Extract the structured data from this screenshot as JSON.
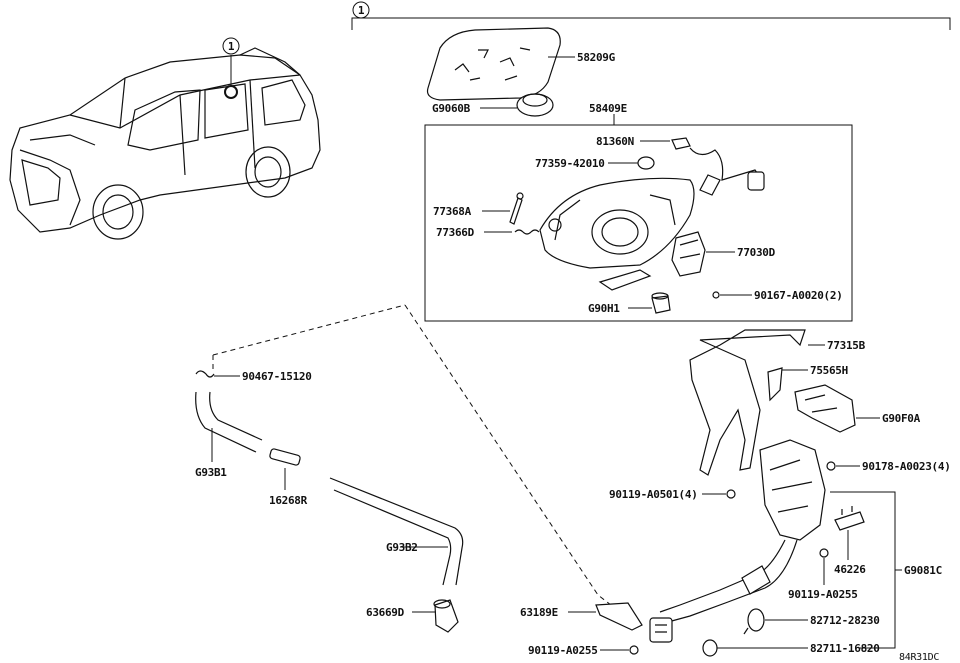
{
  "diagram": {
    "callout_number": "1",
    "diagram_code": "84R31DC",
    "labels": {
      "p58209G": "58209G",
      "pG9060B": "G9060B",
      "p58409E": "58409E",
      "p81360N": "81360N",
      "p77359": "77359-42010",
      "p77368A": "77368A",
      "p77366D": "77366D",
      "p77030D": "77030D",
      "p90167": "90167-A0020(2)",
      "pG90H1": "G90H1",
      "p77315B": "77315B",
      "p75565H": "75565H",
      "pG90F0A": "G90F0A",
      "p90178": "90178-A0023(4)",
      "p90119a": "90119-A0501(4)",
      "p46226": "46226",
      "pG9081C": "G9081C",
      "p90119b": "90119-A0255",
      "p82712": "82712-28230",
      "p82711": "82711-16820",
      "p63189E": "63189E",
      "p90119c": "90119-A0255",
      "p90467": "90467-15120",
      "pG93B1": "G93B1",
      "p16268R": "16268R",
      "pG93B2": "G93B2",
      "p63669D": "63669D"
    }
  }
}
